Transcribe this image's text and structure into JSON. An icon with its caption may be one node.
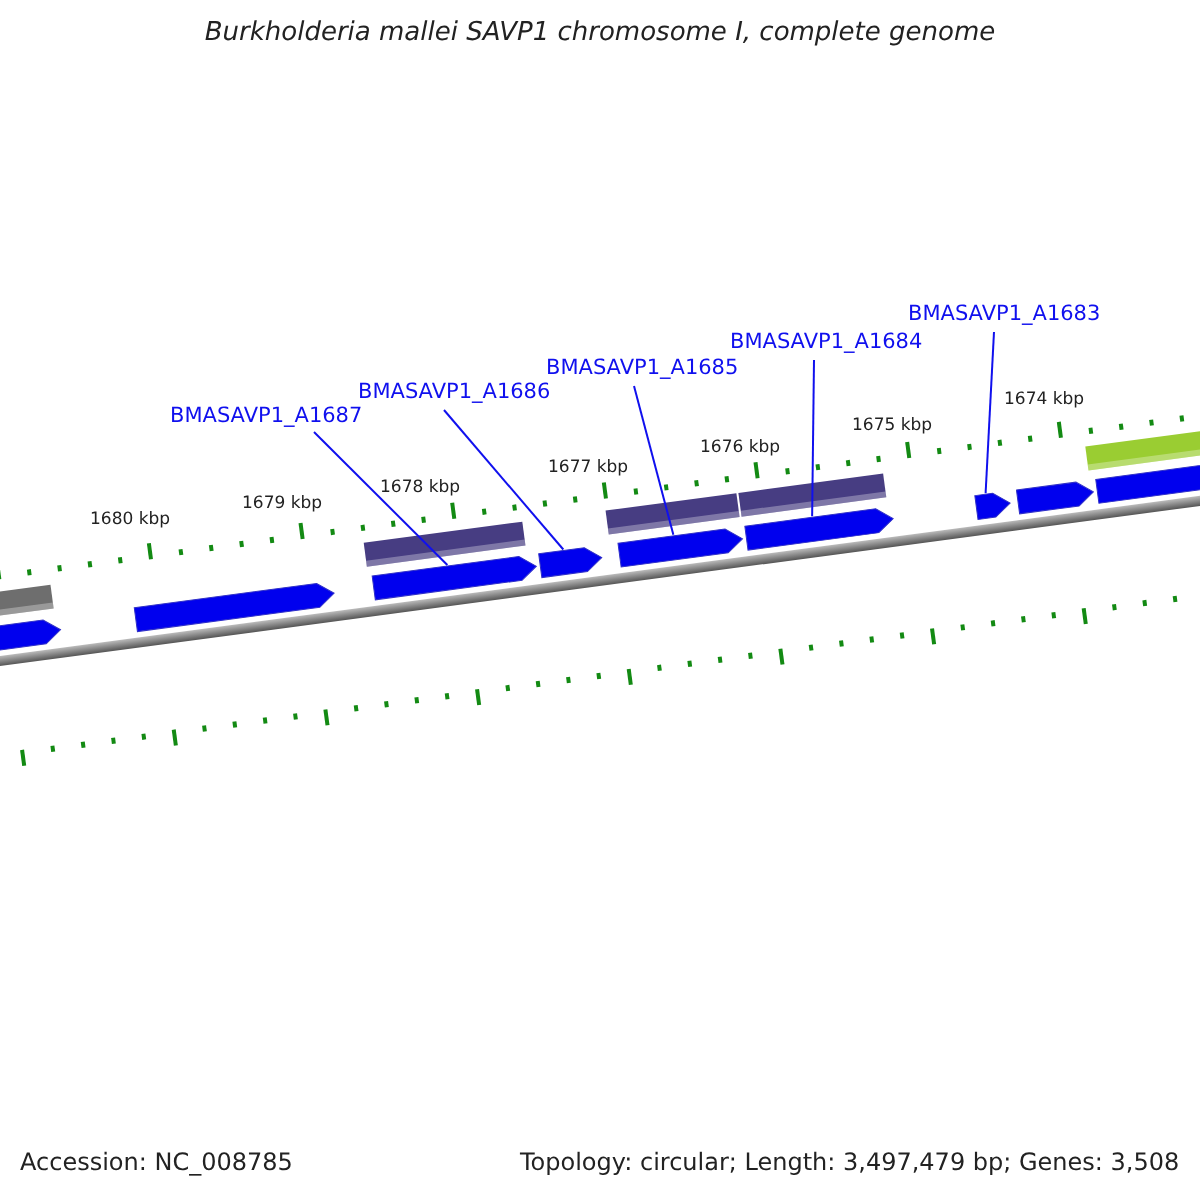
{
  "diagram": {
    "title": "Burkholderia mallei SAVP1 chromosome I, complete genome",
    "nodes": [
      {
        "text": [
          "BMASAVP1_A1687"
        ]
      },
      {
        "text": [
          "BMASAVP1_A1686"
        ]
      },
      {
        "text": [
          "BMASAVP1_A1685"
        ]
      },
      {
        "text": [
          "BMASAVP1_A1684"
        ]
      },
      {
        "text": [
          "BMASAVP1_A1683"
        ]
      },
      {
        "text": [],
        "shape": "bar"
      },
      {
        "text": [],
        "shape": "arrow"
      },
      {
        "text": [],
        "shape": "arrow"
      },
      {
        "text": [],
        "shape": "bar"
      },
      {
        "text": [],
        "shape": "arrow"
      },
      {
        "text": [],
        "shape": "arrow"
      },
      {
        "text": [],
        "shape": "bar"
      },
      {
        "text": [],
        "shape": "arrow"
      },
      {
        "text": [],
        "shape": "bar"
      },
      {
        "text": [],
        "shape": "arrow"
      },
      {
        "text": [],
        "shape": "arrow"
      },
      {
        "text": [],
        "shape": "arrow"
      },
      {
        "text": [],
        "shape": "bar"
      },
      {
        "text": [],
        "shape": "arrow"
      }
    ],
    "edges": [
      {
        "from": 0,
        "to": 9,
        "arrow": "none"
      },
      {
        "from": 1,
        "to": 10,
        "arrow": "none"
      },
      {
        "from": 2,
        "to": 12,
        "arrow": "none"
      },
      {
        "from": 3,
        "to": 14,
        "arrow": "none"
      },
      {
        "from": 4,
        "to": 15,
        "arrow": "none"
      }
    ],
    "labels": [
      "1680 kbp",
      "1679 kbp",
      "1678 kbp",
      "1677 kbp",
      "1676 kbp",
      "1675 kbp",
      "1674 kbp",
      "Accession: NC_008785",
      "Topology: circular; Length: 3,497,479 bp; Genes: 3,508"
    ]
  }
}
